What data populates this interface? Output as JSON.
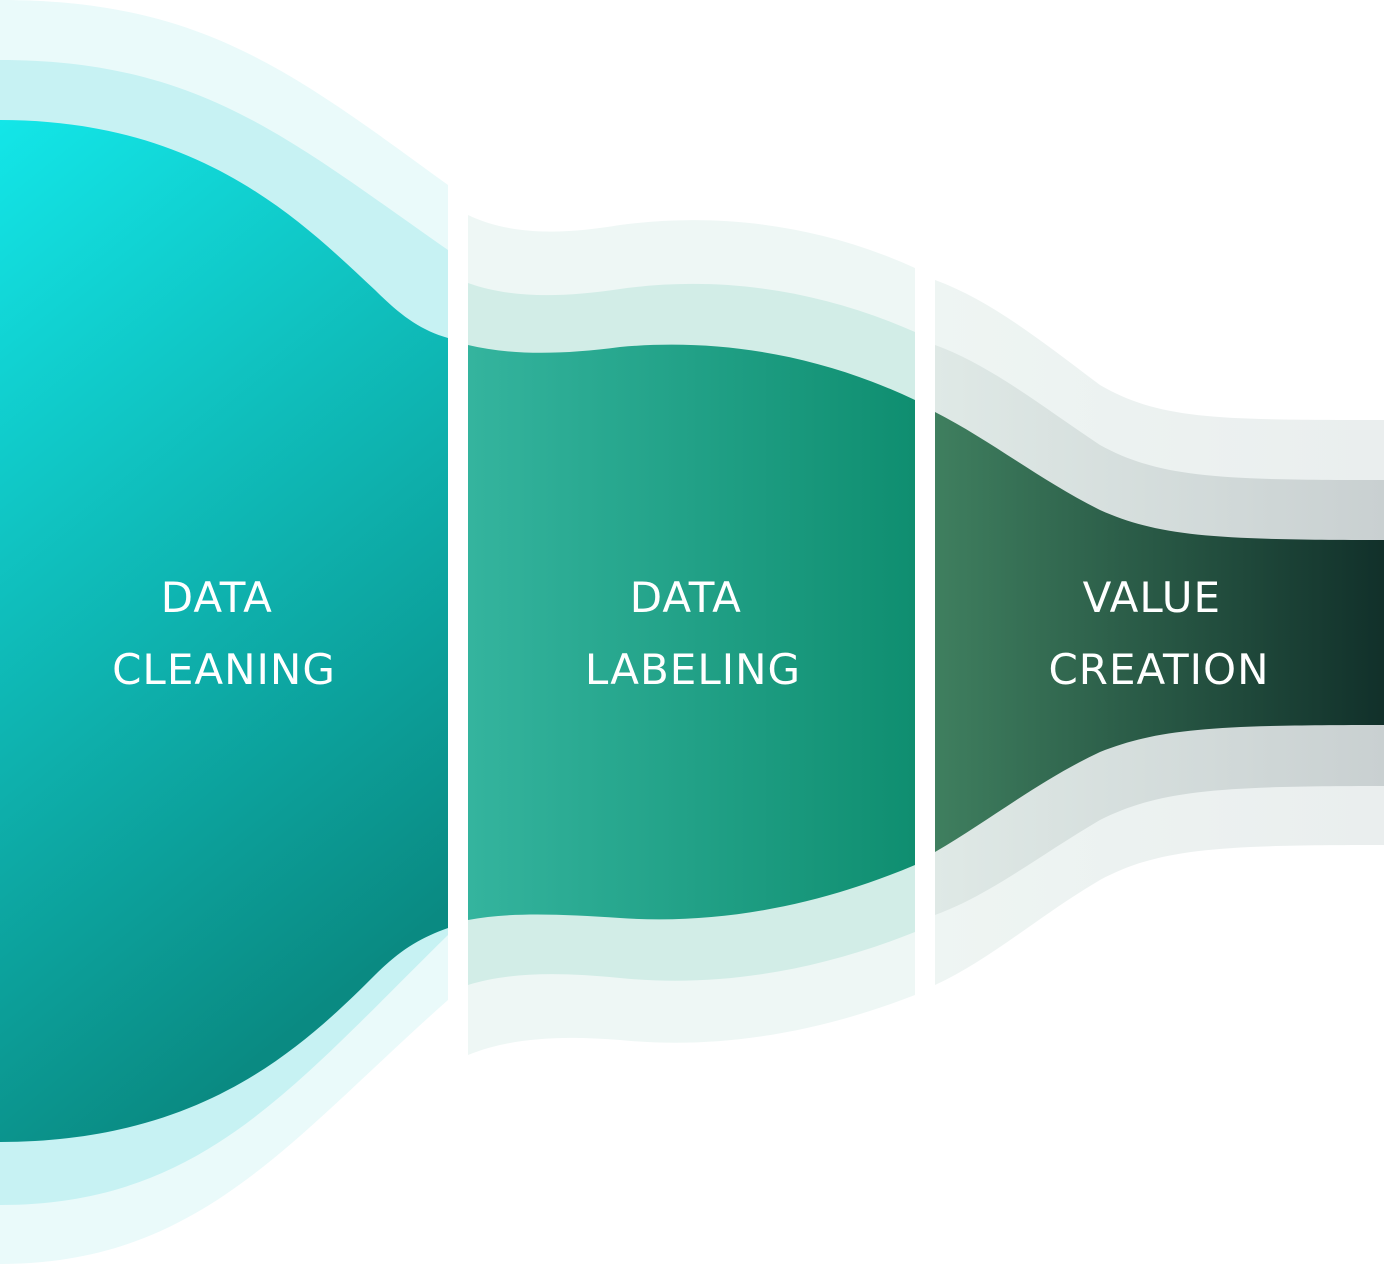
{
  "stages": [
    {
      "id": "cleaning",
      "line1": "DATA",
      "line2": "CLEANING"
    },
    {
      "id": "labeling",
      "line1": "DATA",
      "line2": "LABELING"
    },
    {
      "id": "value",
      "line1": "VALUE",
      "line2": "CREATION"
    }
  ],
  "colors": {
    "cleaning_start": "#13e6e8",
    "cleaning_end": "#0a8a82",
    "labeling_start": "#34b49e",
    "labeling_end": "#0f8e70",
    "value_start": "#3f7f5f",
    "value_end": "#11302a",
    "halo_cyan": "#c8f3f3",
    "halo_teal": "#cfeae6",
    "halo_grey": "#d2dcdc",
    "halo_outer": "#eaf8f8"
  }
}
